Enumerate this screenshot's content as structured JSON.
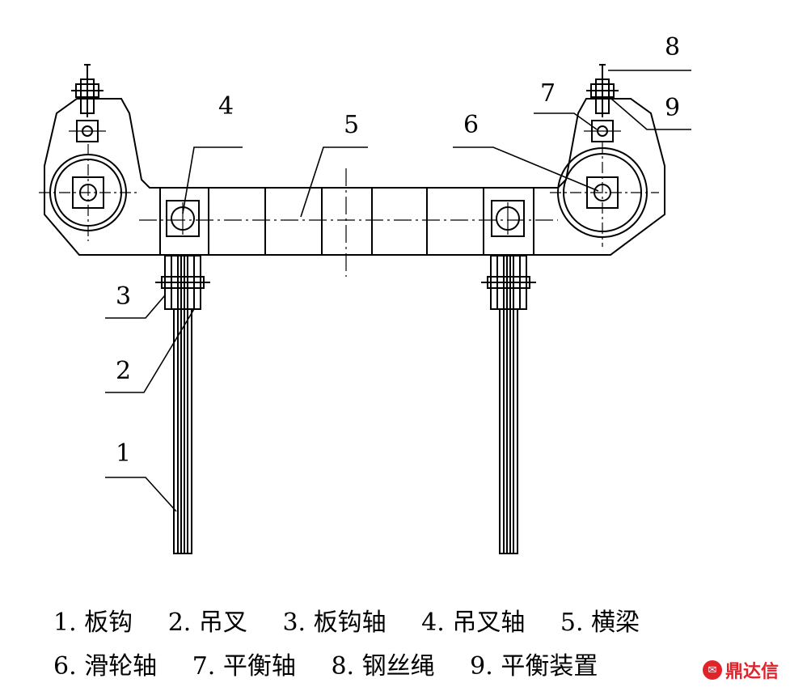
{
  "callouts": {
    "c1": "1",
    "c2": "2",
    "c3": "3",
    "c4": "4",
    "c5": "5",
    "c6": "6",
    "c7": "7",
    "c8": "8",
    "c9": "9"
  },
  "legend": {
    "row1": [
      "1. 板钩",
      "2. 吊叉",
      "3. 板钩轴",
      "4. 吊叉轴",
      "5. 横梁"
    ],
    "row2": [
      "6. 滑轮轴",
      "7. 平衡轴",
      "8. 钢丝绳",
      "9. 平衡装置"
    ]
  },
  "watermark": {
    "icon": "dingda-logo-icon",
    "text": "鼎达信",
    "color": "#e0232b"
  }
}
